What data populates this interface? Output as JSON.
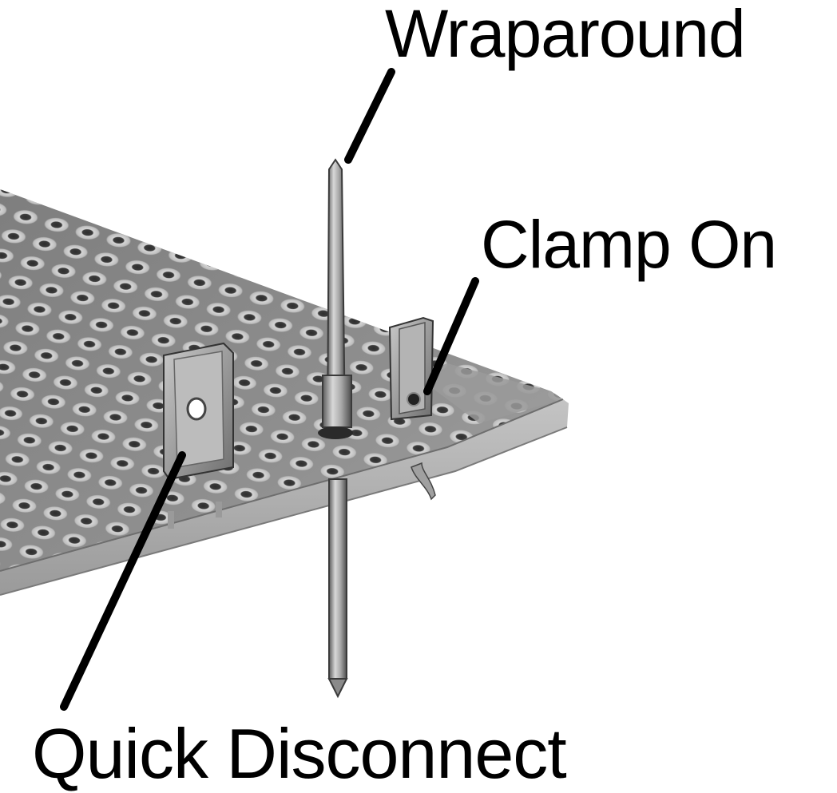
{
  "labels": {
    "wraparound": "Wraparound",
    "clamp_on": "Clamp On",
    "quick_disconnect": "Quick Disconnect"
  },
  "colors": {
    "background": "#ffffff",
    "text": "#000000",
    "board": "#8d8d8d",
    "board_edge": "#b8b8b8",
    "pad": "#d2d2d2",
    "hole": "#3a3a3a",
    "metal": "#9a9a9a"
  }
}
